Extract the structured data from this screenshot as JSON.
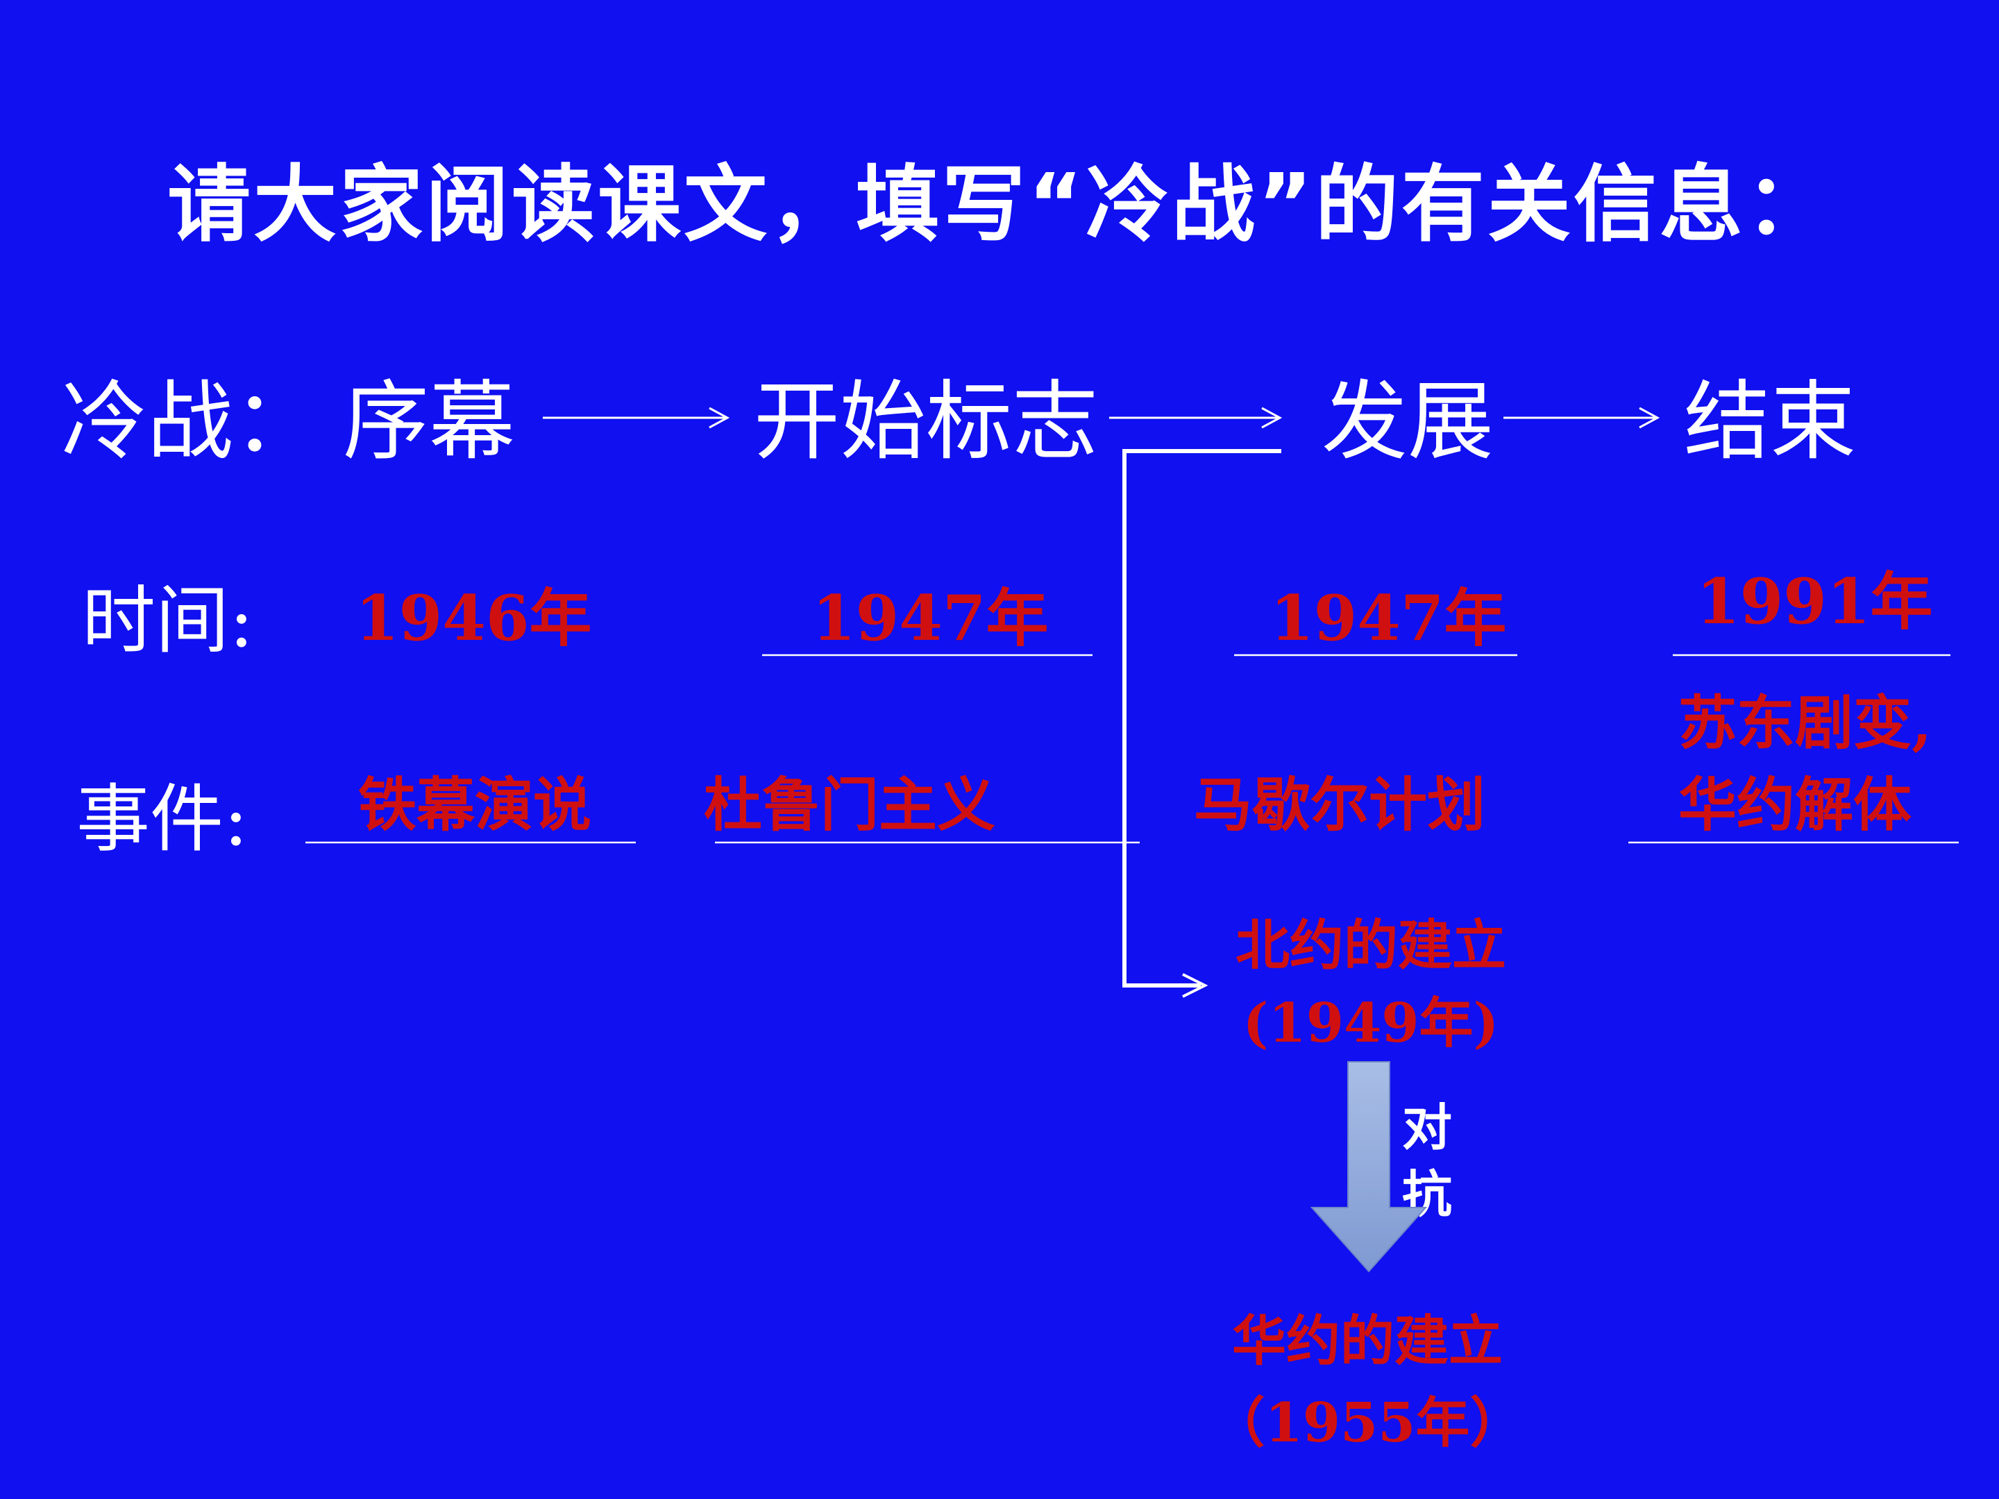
{
  "title": "请大家阅读课文，填写“冷战”的有关信息：",
  "stages": {
    "label": "冷战：",
    "prelude": "序幕",
    "start": "开始标志",
    "development": "发展",
    "end": "结束"
  },
  "rows": {
    "time_label": "时间:",
    "event_label": "事件:"
  },
  "times": {
    "prelude": "1946年",
    "start": "1947年",
    "development": "1947年",
    "end": "1991年"
  },
  "events": {
    "prelude": "铁幕演说",
    "start": "杜鲁门主义",
    "development": "马歇尔计划",
    "end_line1": "苏东剧变,",
    "end_line2": "华约解体"
  },
  "nato": {
    "line1": "北约的建立",
    "line2": "(1949年)"
  },
  "confrontation": {
    "line1": "对",
    "line2": "抗"
  },
  "warsaw": {
    "line1": "华约的建立",
    "line2": "（1955年）"
  },
  "colors": {
    "background": "#1010F0",
    "text": "#FFFFFF",
    "answer": "#D01010",
    "big_arrow": "#8FA8DC"
  }
}
